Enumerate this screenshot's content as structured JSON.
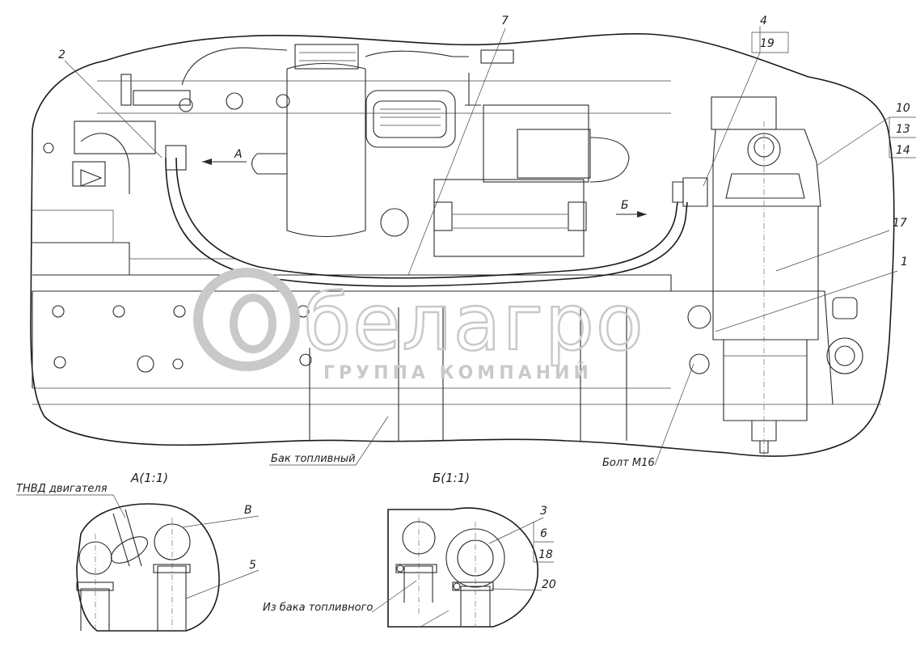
{
  "callouts": {
    "c1": "1",
    "c2": "2",
    "c3": "3",
    "c4": "4",
    "c5": "5",
    "c6": "6",
    "c7": "7",
    "c10": "10",
    "c13": "13",
    "c14": "14",
    "c17": "17",
    "c18": "18",
    "c19": "19",
    "c20": "20",
    "cV": "В"
  },
  "labels": {
    "fuel_tank": "Бак топливный",
    "bolt": "Болт М16",
    "injection_pump": "ТНВД двигателя",
    "from_tank": "Из бака топливного",
    "arrow_a": "А",
    "arrow_b": "Б"
  },
  "views": {
    "view_a": "А(1:1)",
    "view_b": "Б(1:1)"
  },
  "watermark": {
    "brand": "белагро",
    "tagline": "ГРУППА КОМПАНИЙ"
  }
}
